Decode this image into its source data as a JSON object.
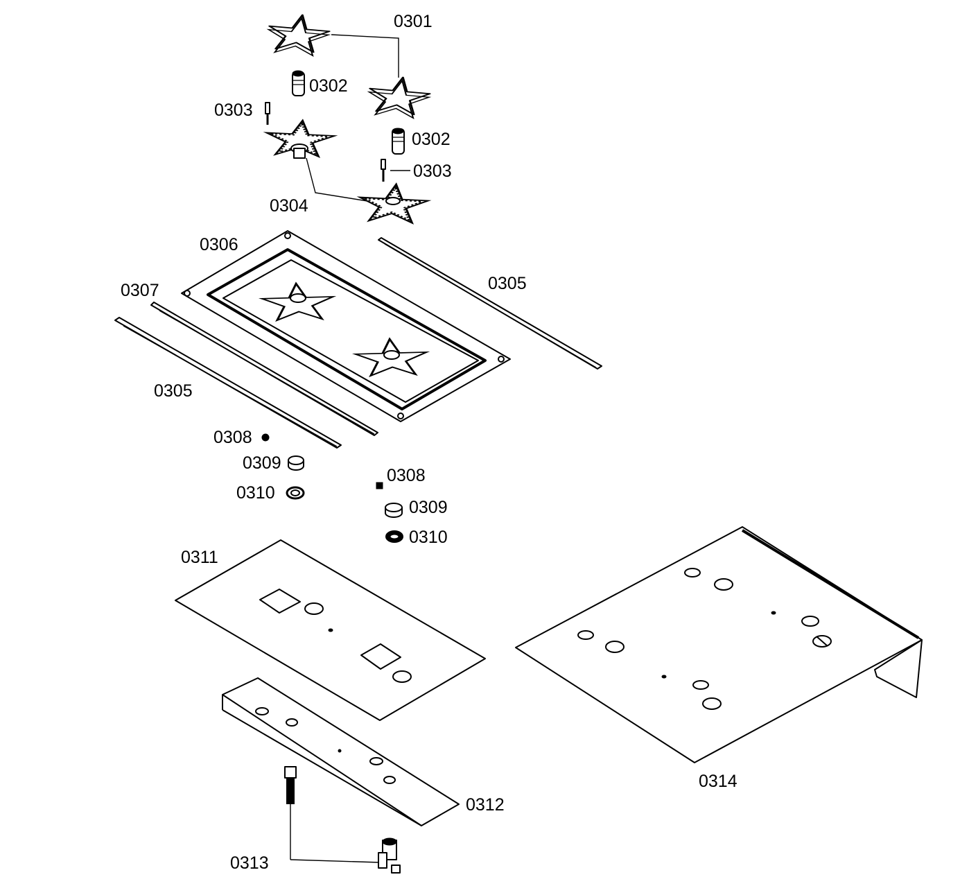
{
  "diagram": {
    "labels": {
      "p0301": "0301",
      "p0302a": "0302",
      "p0302b": "0302",
      "p0303a": "0303",
      "p0303b": "0303",
      "p0304": "0304",
      "p0305a": "0305",
      "p0305b": "0305",
      "p0306": "0306",
      "p0307": "0307",
      "p0308a": "0308",
      "p0308b": "0308",
      "p0309a": "0309",
      "p0309b": "0309",
      "p0310a": "0310",
      "p0310b": "0310",
      "p0311": "0311",
      "p0312": "0312",
      "p0313": "0313",
      "p0314": "0314"
    }
  }
}
